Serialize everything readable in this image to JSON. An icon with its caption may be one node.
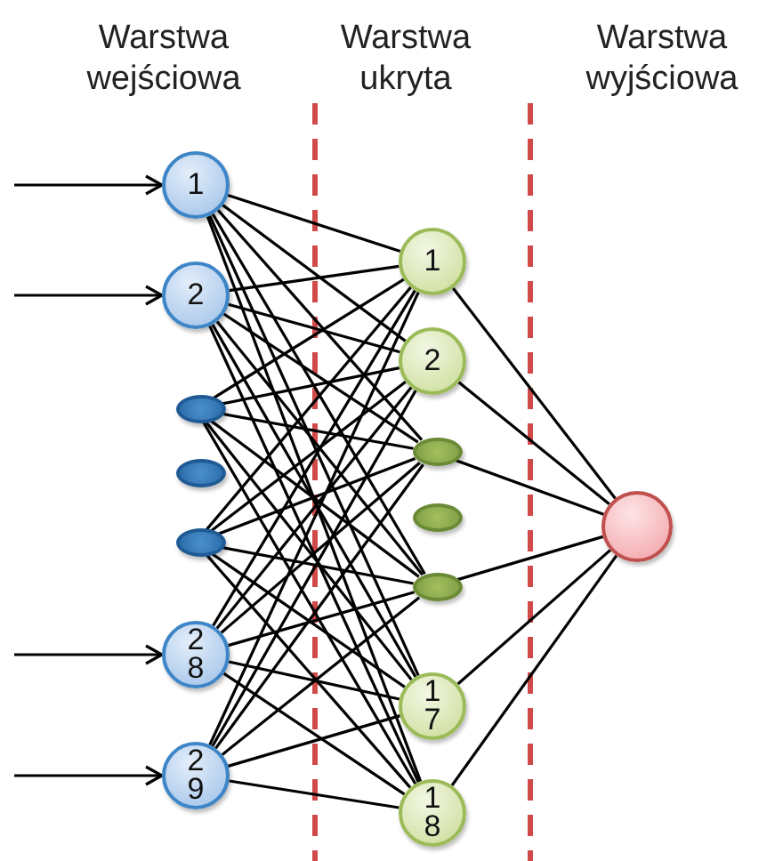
{
  "diagram": {
    "nodes": [
      {
        "text": [
          "1"
        ]
      },
      {
        "text": [
          "2"
        ]
      },
      {
        "text": [],
        "shape": "circle"
      },
      {
        "text": [],
        "shape": "circle"
      },
      {
        "text": [],
        "shape": "circle"
      },
      {
        "text": [
          "28"
        ]
      },
      {
        "text": [
          "29"
        ]
      },
      {
        "text": [
          "1"
        ]
      },
      {
        "text": [
          "2"
        ]
      },
      {
        "text": [],
        "shape": "circle"
      },
      {
        "text": [],
        "shape": "circle"
      },
      {
        "text": [],
        "shape": "circle"
      },
      {
        "text": [
          "17"
        ]
      },
      {
        "text": [
          "18"
        ]
      },
      {
        "text": [],
        "shape": "circle"
      }
    ],
    "edges": [
      {
        "from": null,
        "to": 0,
        "arrow": "to"
      },
      {
        "from": null,
        "to": 1,
        "arrow": "to"
      },
      {
        "from": null,
        "to": 5,
        "arrow": "to"
      },
      {
        "from": null,
        "to": 6,
        "arrow": "to"
      },
      {
        "from": 0,
        "to": 7,
        "arrow": "none"
      },
      {
        "from": 0,
        "to": 8,
        "arrow": "none"
      },
      {
        "from": 0,
        "to": 9,
        "arrow": "none"
      },
      {
        "from": 0,
        "to": 11,
        "arrow": "none"
      },
      {
        "from": 0,
        "to": 12,
        "arrow": "none"
      },
      {
        "from": 0,
        "to": 13,
        "arrow": "none"
      },
      {
        "from": 1,
        "to": 7,
        "arrow": "none"
      },
      {
        "from": 1,
        "to": 8,
        "arrow": "none"
      },
      {
        "from": 1,
        "to": 9,
        "arrow": "none"
      },
      {
        "from": 1,
        "to": 11,
        "arrow": "none"
      },
      {
        "from": 1,
        "to": 12,
        "arrow": "none"
      },
      {
        "from": 1,
        "to": 13,
        "arrow": "none"
      },
      {
        "from": 2,
        "to": 7,
        "arrow": "none"
      },
      {
        "from": 2,
        "to": 8,
        "arrow": "none"
      },
      {
        "from": 2,
        "to": 9,
        "arrow": "none"
      },
      {
        "from": 2,
        "to": 11,
        "arrow": "none"
      },
      {
        "from": 2,
        "to": 12,
        "arrow": "none"
      },
      {
        "from": 2,
        "to": 13,
        "arrow": "none"
      },
      {
        "from": 4,
        "to": 7,
        "arrow": "none"
      },
      {
        "from": 4,
        "to": 8,
        "arrow": "none"
      },
      {
        "from": 4,
        "to": 9,
        "arrow": "none"
      },
      {
        "from": 4,
        "to": 11,
        "arrow": "none"
      },
      {
        "from": 4,
        "to": 12,
        "arrow": "none"
      },
      {
        "from": 4,
        "to": 13,
        "arrow": "none"
      },
      {
        "from": 5,
        "to": 7,
        "arrow": "none"
      },
      {
        "from": 5,
        "to": 8,
        "arrow": "none"
      },
      {
        "from": 5,
        "to": 9,
        "arrow": "none"
      },
      {
        "from": 5,
        "to": 11,
        "arrow": "none"
      },
      {
        "from": 5,
        "to": 12,
        "arrow": "none"
      },
      {
        "from": 5,
        "to": 13,
        "arrow": "none"
      },
      {
        "from": 6,
        "to": 7,
        "arrow": "none"
      },
      {
        "from": 6,
        "to": 8,
        "arrow": "none"
      },
      {
        "from": 6,
        "to": 9,
        "arrow": "none"
      },
      {
        "from": 6,
        "to": 11,
        "arrow": "none"
      },
      {
        "from": 6,
        "to": 12,
        "arrow": "none"
      },
      {
        "from": 6,
        "to": 13,
        "arrow": "none"
      },
      {
        "from": 7,
        "to": 14,
        "arrow": "none"
      },
      {
        "from": 8,
        "to": 14,
        "arrow": "none"
      },
      {
        "from": 9,
        "to": 14,
        "arrow": "none"
      },
      {
        "from": 11,
        "to": 14,
        "arrow": "none"
      },
      {
        "from": 12,
        "to": 14,
        "arrow": "none"
      },
      {
        "from": 13,
        "to": 14,
        "arrow": "none"
      }
    ],
    "labels": [
      "Warstwa wejściowa",
      "Warstwa ukryta",
      "Warstwa wyjściowa"
    ]
  }
}
